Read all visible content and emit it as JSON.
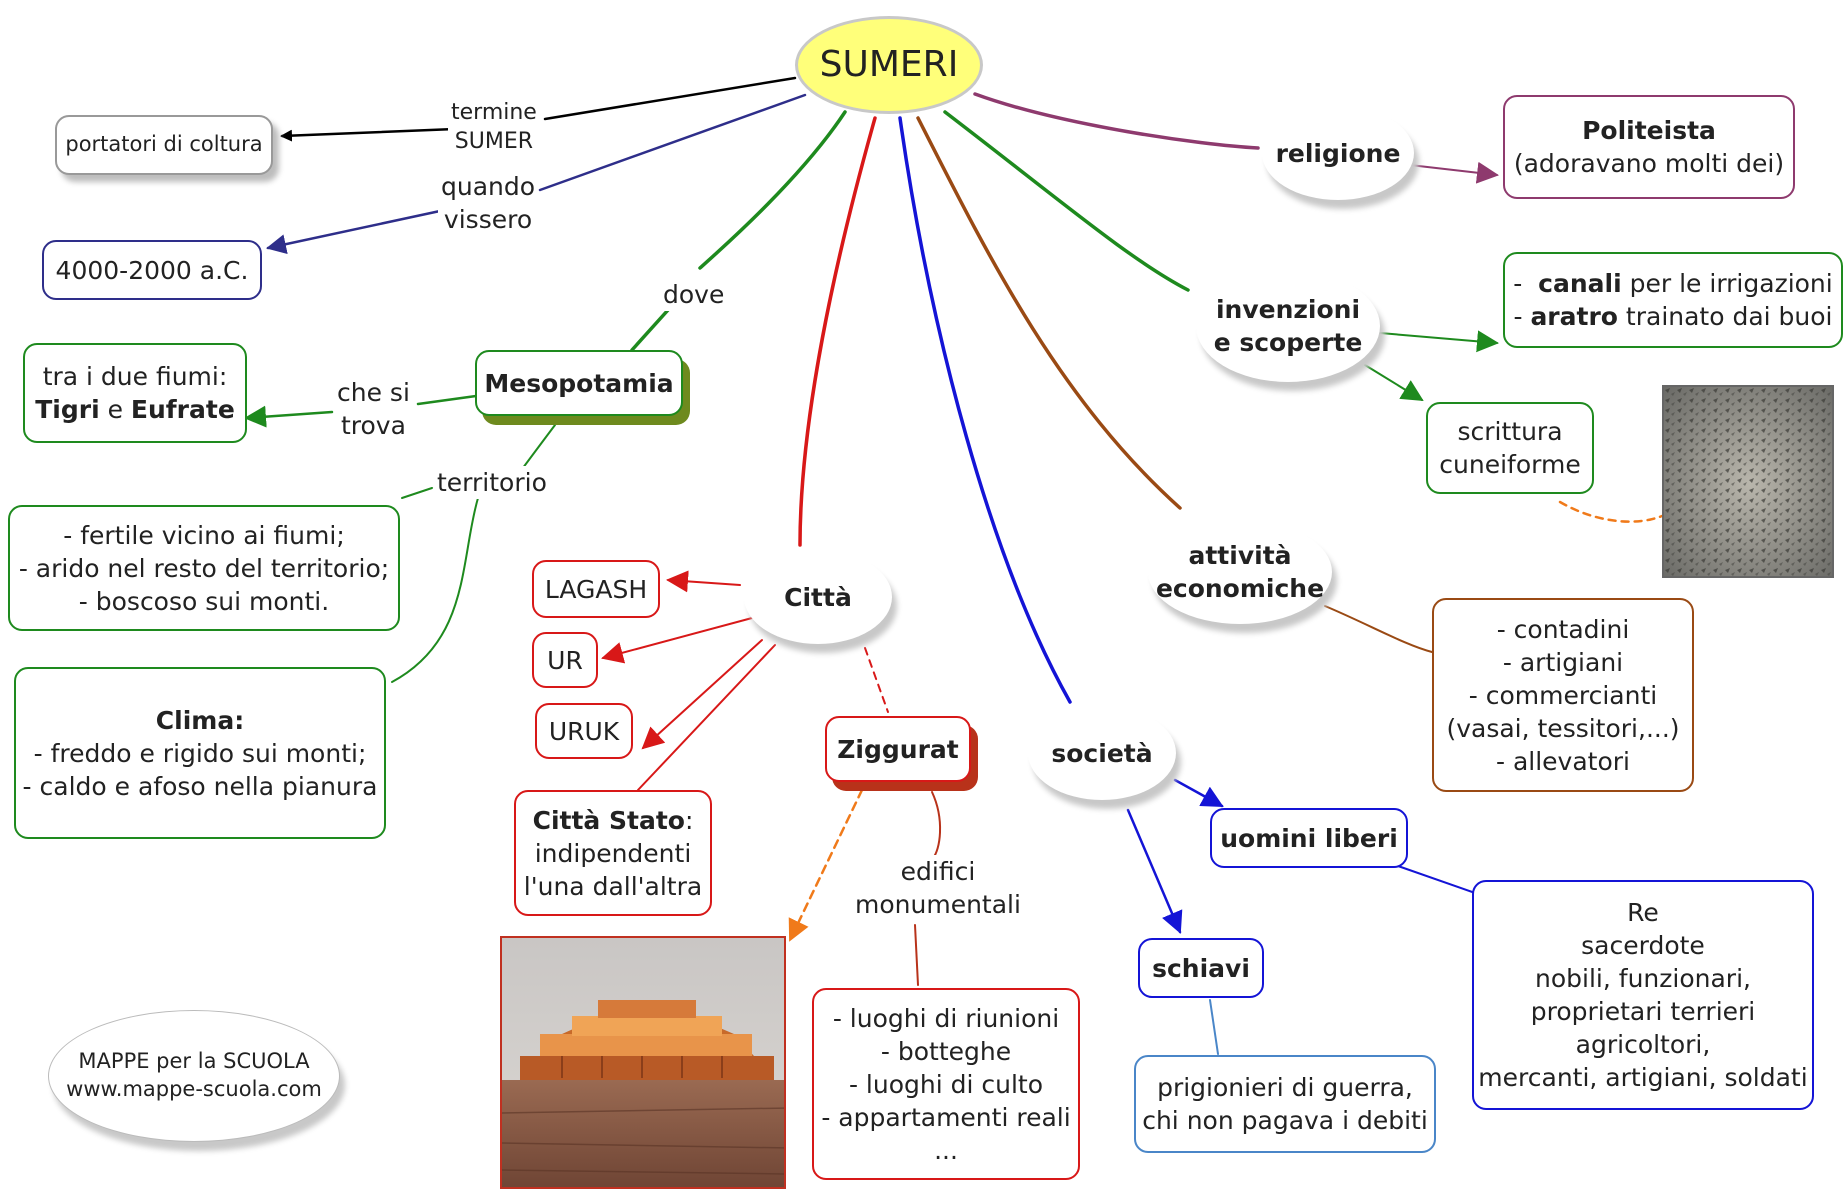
{
  "colors": {
    "black": "#000000",
    "navy": "#2e2e8a",
    "green": "#1e8a1e",
    "red": "#d81818",
    "blue": "#1414d6",
    "brown": "#9a4a14",
    "purple": "#8e3a6e",
    "orange": "#f07a1a",
    "center_fill": "#ffff7a",
    "center_border": "#c8c8c8"
  },
  "center": {
    "title": "SUMERI"
  },
  "link_labels": {
    "termine": [
      "termine",
      "SUMER"
    ],
    "quando": [
      "quando",
      "vissero"
    ],
    "dove": "dove",
    "che_si_trova": [
      "che si",
      "trova"
    ],
    "territorio": "territorio",
    "edifici": [
      "edifici",
      "monumentali"
    ]
  },
  "nodes": {
    "portatori": "portatori di coltura",
    "date": "4000-2000 a.C.",
    "mesopotamia": "Mesopotamia",
    "fiumi": {
      "line1": "tra i due fiumi:",
      "tigri": "Tigri",
      "e": " e ",
      "eufrate": "Eufrate"
    },
    "territorio_box": [
      "- fertile vicino ai fiumi;",
      "- arido nel resto del territorio;",
      "- boscoso sui monti."
    ],
    "clima": {
      "title": "Clima:",
      "lines": [
        "- freddo e rigido sui monti;",
        "- caldo e afoso nella pianura"
      ]
    },
    "citta": "Città",
    "lagash": "LAGASH",
    "ur": "UR",
    "uruk": "URUK",
    "citta_stato": {
      "title": "Città Stato",
      "colon": ":",
      "lines": [
        "indipendenti",
        "l'una dall'altra"
      ]
    },
    "ziggurat": "Ziggurat",
    "edifici_box": [
      "- luoghi di riunioni",
      "- botteghe",
      "- luoghi di culto",
      "- appartamenti reali",
      "..."
    ],
    "societa": "società",
    "uomini_liberi": "uomini liberi",
    "uomini_box": [
      "Re",
      "sacerdote",
      "nobili, funzionari,",
      "proprietari terrieri",
      "agricoltori,",
      "mercanti, artigiani, soldati"
    ],
    "schiavi": "schiavi",
    "schiavi_box": [
      "prigionieri di guerra,",
      "chi non pagava i debiti"
    ],
    "religione": "religione",
    "politeista": {
      "title": "Politeista",
      "sub": "(adoravano molti dei)"
    },
    "invenzioni": [
      "invenzioni",
      "e scoperte"
    ],
    "canali": {
      "d1": "-  ",
      "b1": "canali",
      "t1": " per le irrigazioni",
      "d2": "- ",
      "b2": "aratro",
      "t2": " trainato dai buoi"
    },
    "scrittura": [
      "scrittura",
      "cuneiforme"
    ],
    "attivita": [
      "attività",
      "economiche"
    ],
    "attivita_box": [
      "- contadini",
      "- artigiani",
      "- commercianti",
      "(vasai, tessitori,...)",
      "- allevatori"
    ],
    "credit": [
      "MAPPE per la SCUOLA",
      "www.mappe-scuola.com"
    ]
  },
  "images": {
    "tablet": "cuneiform-tablet-photo",
    "ziggurat_photo": "ziggurat-photo"
  }
}
